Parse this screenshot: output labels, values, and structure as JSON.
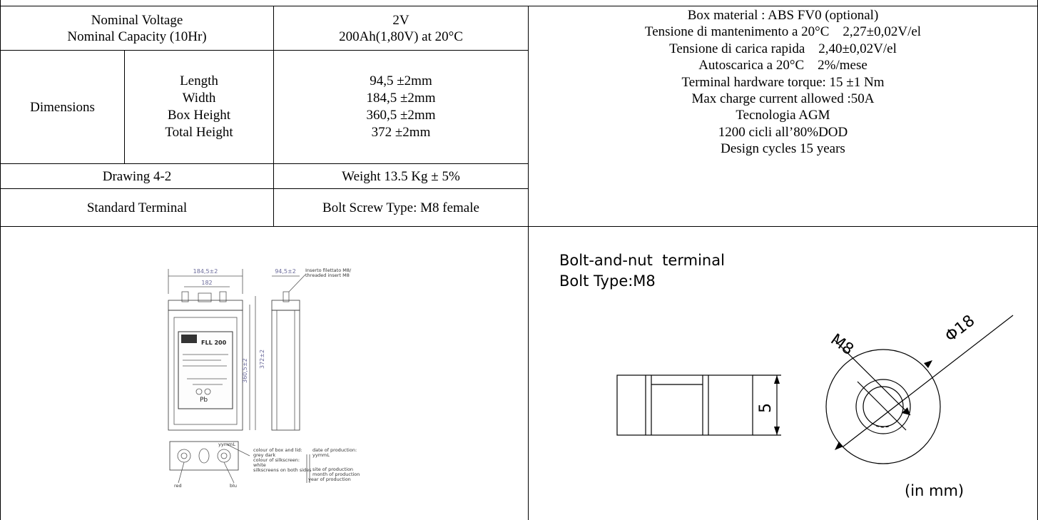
{
  "table": {
    "nominal": {
      "labels": [
        "Nominal Voltage",
        "Nominal Capacity (10Hr)"
      ],
      "values": [
        "2V",
        "200Ah(1,80V) at 20°C"
      ]
    },
    "dimensions": {
      "label": "Dimensions",
      "items": [
        "Length",
        "Width",
        "Box Height",
        "Total Height"
      ],
      "values": [
        "94,5 ±2mm",
        "184,5 ±2mm",
        "360,5 ±2mm",
        "372 ±2mm"
      ]
    },
    "drawing": "Drawing 4-2",
    "weight": "Weight 13.5 Kg ± 5%",
    "terminal_label": "Standard Terminal",
    "terminal_value": "Bolt Screw Type: M8 female"
  },
  "specs": [
    "Box material : ABS FV0 (optional)",
    "Tensione di mantenimento a 20°C    2,27±0,02V/el",
    "Tensione di carica rapida    2,40±0,02V/el",
    "Autoscarica a 20°C    2%/mese",
    "Terminal hardware torque: 15 ±1 Nm",
    "Max charge current allowed :50A",
    "Tecnologia AGM",
    "1200 cicli all’80%DOD",
    "Design cycles 15 years"
  ],
  "drawing_left": {
    "width_label": "184,5±2",
    "inner_label": "182",
    "depth_label": "94,5±2",
    "insert_note": [
      "Inserto filettato M8/",
      "threaded insert M8"
    ],
    "box_height_label": "360,5±2",
    "total_height_label": "372±2",
    "product_label": "FLL 200",
    "pb_label": "Pb",
    "date_code": "yymmL",
    "notes_left": [
      "colour of box and lid:",
      "grey dark",
      "colour of silkscreen:",
      "white",
      "silkscreens on both sides"
    ],
    "notes_right": [
      "date of production:",
      "yymmL",
      "site of production",
      "month of production",
      "year of production"
    ],
    "red_label": "red",
    "blu_label": "blu"
  },
  "drawing_right": {
    "title": "Bolt-and-nut  terminal",
    "subtitle": "Bolt Type:M8",
    "m8_label": "M8",
    "phi_label": "Φ18",
    "height_label": "5",
    "unit_note": "(in mm)"
  }
}
